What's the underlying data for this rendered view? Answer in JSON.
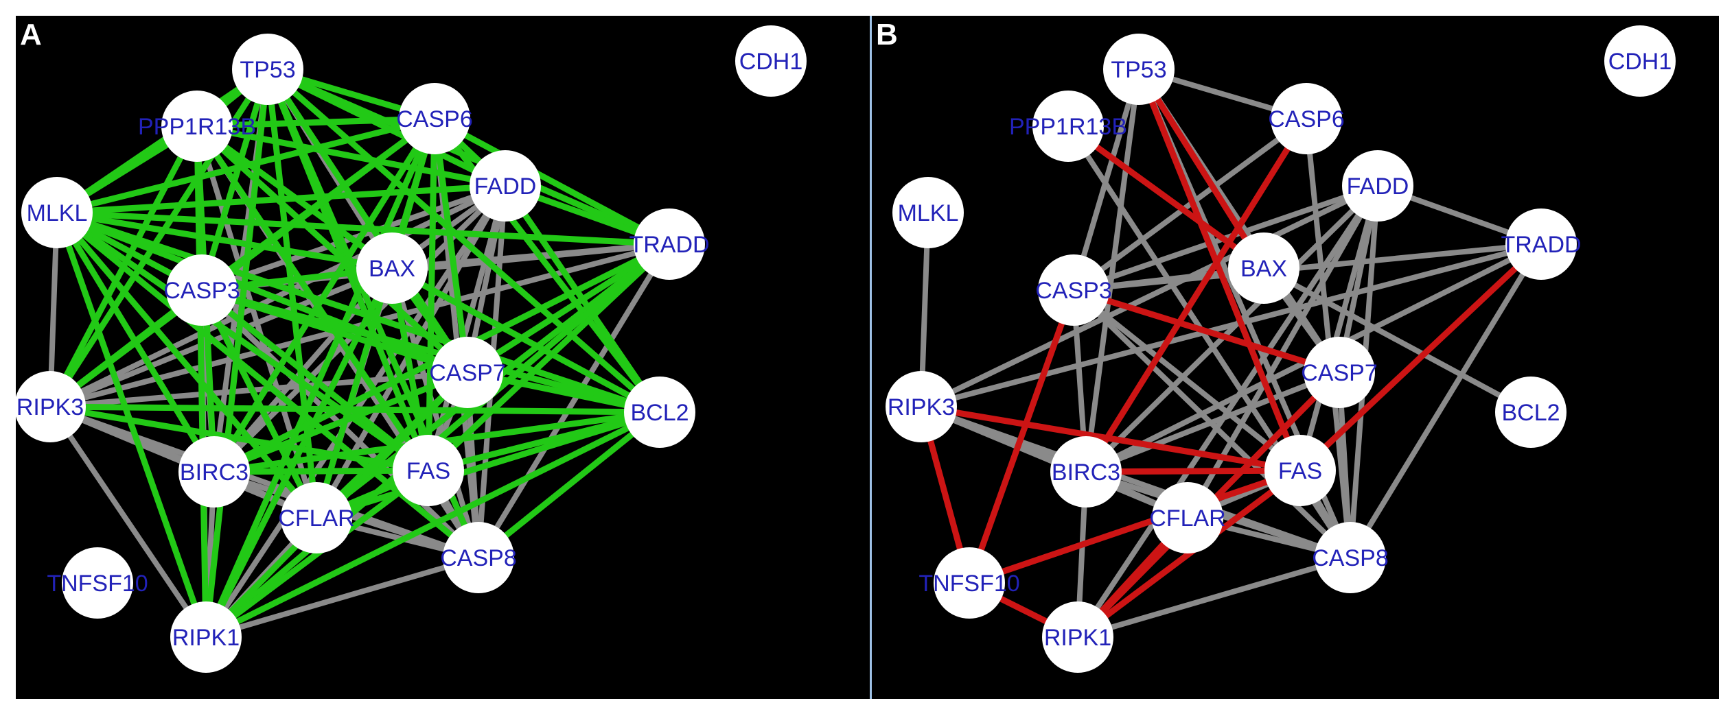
{
  "panels": [
    {
      "letter": "A",
      "highlight_color": "#22c916",
      "gene_color": "#2222b8",
      "nodes": [
        "TP53",
        "CDH1",
        "PPP1R13B",
        "CASP6",
        "FADD",
        "MLKL",
        "TRADD",
        "BAX",
        "CASP3",
        "CASP7",
        "RIPK3",
        "BCL2",
        "BIRC3",
        "FAS",
        "CFLAR",
        "CASP8",
        "TNFSF10",
        "RIPK1"
      ],
      "edges": [
        [
          "TP53",
          "PPP1R13B",
          "hl"
        ],
        [
          "TP53",
          "MLKL",
          "hl"
        ],
        [
          "TP53",
          "CASP6",
          "hl"
        ],
        [
          "TP53",
          "FADD",
          "hl"
        ],
        [
          "TP53",
          "TRADD",
          "hl"
        ],
        [
          "TP53",
          "BAX",
          "n"
        ],
        [
          "TP53",
          "CASP3",
          "hl"
        ],
        [
          "TP53",
          "CASP7",
          "hl"
        ],
        [
          "TP53",
          "RIPK3",
          "hl"
        ],
        [
          "TP53",
          "BCL2",
          "hl"
        ],
        [
          "TP53",
          "BIRC3",
          "n"
        ],
        [
          "TP53",
          "FAS",
          "hl"
        ],
        [
          "TP53",
          "CFLAR",
          "hl"
        ],
        [
          "TP53",
          "CASP8",
          "hl"
        ],
        [
          "TP53",
          "RIPK1",
          "hl"
        ],
        [
          "PPP1R13B",
          "MLKL",
          "hl"
        ],
        [
          "PPP1R13B",
          "CASP6",
          "hl"
        ],
        [
          "PPP1R13B",
          "FADD",
          "hl"
        ],
        [
          "PPP1R13B",
          "BAX",
          "hl"
        ],
        [
          "PPP1R13B",
          "CASP3",
          "hl"
        ],
        [
          "PPP1R13B",
          "CASP7",
          "hl"
        ],
        [
          "PPP1R13B",
          "RIPK3",
          "hl"
        ],
        [
          "PPP1R13B",
          "BIRC3",
          "hl"
        ],
        [
          "PPP1R13B",
          "FAS",
          "hl"
        ],
        [
          "PPP1R13B",
          "CFLAR",
          "n"
        ],
        [
          "PPP1R13B",
          "CASP8",
          "n"
        ],
        [
          "PPP1R13B",
          "RIPK1",
          "hl"
        ],
        [
          "MLKL",
          "CASP6",
          "hl"
        ],
        [
          "MLKL",
          "FADD",
          "hl"
        ],
        [
          "MLKL",
          "TRADD",
          "hl"
        ],
        [
          "MLKL",
          "BAX",
          "hl"
        ],
        [
          "MLKL",
          "CASP3",
          "hl"
        ],
        [
          "MLKL",
          "CASP7",
          "hl"
        ],
        [
          "MLKL",
          "RIPK3",
          "n"
        ],
        [
          "MLKL",
          "BCL2",
          "hl"
        ],
        [
          "MLKL",
          "BIRC3",
          "hl"
        ],
        [
          "MLKL",
          "FAS",
          "hl"
        ],
        [
          "MLKL",
          "CFLAR",
          "hl"
        ],
        [
          "MLKL",
          "CASP8",
          "hl"
        ],
        [
          "MLKL",
          "RIPK1",
          "hl"
        ],
        [
          "CASP6",
          "FADD",
          "hl"
        ],
        [
          "CASP6",
          "TRADD",
          "hl"
        ],
        [
          "CASP6",
          "BAX",
          "hl"
        ],
        [
          "CASP6",
          "CASP3",
          "hl"
        ],
        [
          "CASP6",
          "CASP7",
          "hl"
        ],
        [
          "CASP6",
          "RIPK3",
          "hl"
        ],
        [
          "CASP6",
          "BCL2",
          "hl"
        ],
        [
          "CASP6",
          "BIRC3",
          "hl"
        ],
        [
          "CASP6",
          "FAS",
          "hl"
        ],
        [
          "CASP6",
          "CFLAR",
          "hl"
        ],
        [
          "CASP6",
          "CASP8",
          "n"
        ],
        [
          "CASP6",
          "RIPK1",
          "hl"
        ],
        [
          "FADD",
          "TRADD",
          "hl"
        ],
        [
          "FADD",
          "BAX",
          "n"
        ],
        [
          "FADD",
          "CASP3",
          "n"
        ],
        [
          "FADD",
          "CASP7",
          "n"
        ],
        [
          "FADD",
          "RIPK3",
          "n"
        ],
        [
          "FADD",
          "BCL2",
          "hl"
        ],
        [
          "FADD",
          "BIRC3",
          "n"
        ],
        [
          "FADD",
          "FAS",
          "n"
        ],
        [
          "FADD",
          "CFLAR",
          "n"
        ],
        [
          "FADD",
          "CASP8",
          "n"
        ],
        [
          "FADD",
          "RIPK1",
          "n"
        ],
        [
          "TRADD",
          "BAX",
          "n"
        ],
        [
          "TRADD",
          "CASP3",
          "n"
        ],
        [
          "TRADD",
          "CASP7",
          "hl"
        ],
        [
          "TRADD",
          "RIPK3",
          "n"
        ],
        [
          "TRADD",
          "BIRC3",
          "hl"
        ],
        [
          "TRADD",
          "FAS",
          "hl"
        ],
        [
          "TRADD",
          "CFLAR",
          "hl"
        ],
        [
          "TRADD",
          "CASP8",
          "n"
        ],
        [
          "TRADD",
          "RIPK1",
          "hl"
        ],
        [
          "BAX",
          "CASP3",
          "hl"
        ],
        [
          "BAX",
          "CASP7",
          "hl"
        ],
        [
          "BAX",
          "RIPK3",
          "n"
        ],
        [
          "BAX",
          "BCL2",
          "hl"
        ],
        [
          "BAX",
          "BIRC3",
          "n"
        ],
        [
          "BAX",
          "FAS",
          "hl"
        ],
        [
          "BAX",
          "CFLAR",
          "n"
        ],
        [
          "BAX",
          "CASP8",
          "n"
        ],
        [
          "BAX",
          "RIPK1",
          "hl"
        ],
        [
          "CASP3",
          "CASP7",
          "hl"
        ],
        [
          "CASP3",
          "RIPK3",
          "hl"
        ],
        [
          "CASP3",
          "BCL2",
          "hl"
        ],
        [
          "CASP3",
          "BIRC3",
          "n"
        ],
        [
          "CASP3",
          "FAS",
          "hl"
        ],
        [
          "CASP3",
          "CFLAR",
          "hl"
        ],
        [
          "CASP3",
          "CASP8",
          "n"
        ],
        [
          "CASP3",
          "RIPK1",
          "n"
        ],
        [
          "CASP7",
          "RIPK3",
          "n"
        ],
        [
          "CASP7",
          "BCL2",
          "hl"
        ],
        [
          "CASP7",
          "BIRC3",
          "hl"
        ],
        [
          "CASP7",
          "FAS",
          "n"
        ],
        [
          "CASP7",
          "CFLAR",
          "hl"
        ],
        [
          "CASP7",
          "CASP8",
          "n"
        ],
        [
          "CASP7",
          "RIPK1",
          "hl"
        ],
        [
          "RIPK3",
          "BCL2",
          "hl"
        ],
        [
          "RIPK3",
          "BIRC3",
          "n"
        ],
        [
          "RIPK3",
          "FAS",
          "hl"
        ],
        [
          "RIPK3",
          "CFLAR",
          "n"
        ],
        [
          "RIPK3",
          "CASP8",
          "n"
        ],
        [
          "RIPK3",
          "RIPK1",
          "n"
        ],
        [
          "BCL2",
          "BIRC3",
          "hl"
        ],
        [
          "BCL2",
          "FAS",
          "hl"
        ],
        [
          "BCL2",
          "CFLAR",
          "hl"
        ],
        [
          "BCL2",
          "CASP8",
          "hl"
        ],
        [
          "BCL2",
          "RIPK1",
          "hl"
        ],
        [
          "BIRC3",
          "FAS",
          "hl"
        ],
        [
          "BIRC3",
          "CFLAR",
          "n"
        ],
        [
          "BIRC3",
          "CASP8",
          "n"
        ],
        [
          "BIRC3",
          "RIPK1",
          "n"
        ],
        [
          "FAS",
          "CFLAR",
          "hl"
        ],
        [
          "FAS",
          "CASP8",
          "n"
        ],
        [
          "FAS",
          "RIPK1",
          "hl"
        ],
        [
          "CFLAR",
          "CASP8",
          "n"
        ],
        [
          "CFLAR",
          "RIPK1",
          "n"
        ],
        [
          "CASP8",
          "RIPK1",
          "n"
        ]
      ]
    },
    {
      "letter": "B",
      "highlight_color": "#cc1414",
      "gene_color": "#2222b8",
      "nodes": [
        "TP53",
        "CDH1",
        "PPP1R13B",
        "CASP6",
        "FADD",
        "MLKL",
        "TRADD",
        "BAX",
        "CASP3",
        "CASP7",
        "RIPK3",
        "BCL2",
        "BIRC3",
        "FAS",
        "CFLAR",
        "CASP8",
        "TNFSF10",
        "RIPK1"
      ],
      "edges": [
        [
          "TP53",
          "CASP6",
          "n"
        ],
        [
          "TP53",
          "BAX",
          "hl"
        ],
        [
          "TP53",
          "FAS",
          "hl"
        ],
        [
          "TP53",
          "CASP7",
          "n"
        ],
        [
          "TP53",
          "CASP8",
          "n"
        ],
        [
          "TP53",
          "CASP3",
          "n"
        ],
        [
          "TP53",
          "BIRC3",
          "n"
        ],
        [
          "PPP1R13B",
          "BAX",
          "hl"
        ],
        [
          "PPP1R13B",
          "CASP8",
          "n"
        ],
        [
          "MLKL",
          "RIPK3",
          "n"
        ],
        [
          "CASP6",
          "BIRC3",
          "hl"
        ],
        [
          "CASP6",
          "CASP3",
          "n"
        ],
        [
          "CASP6",
          "CASP8",
          "n"
        ],
        [
          "FADD",
          "TRADD",
          "n"
        ],
        [
          "FADD",
          "CASP3",
          "n"
        ],
        [
          "FADD",
          "CASP7",
          "n"
        ],
        [
          "FADD",
          "RIPK3",
          "n"
        ],
        [
          "FADD",
          "BIRC3",
          "n"
        ],
        [
          "FADD",
          "FAS",
          "n"
        ],
        [
          "FADD",
          "CFLAR",
          "n"
        ],
        [
          "FADD",
          "CASP8",
          "n"
        ],
        [
          "FADD",
          "RIPK1",
          "n"
        ],
        [
          "TRADD",
          "FAS",
          "hl"
        ],
        [
          "TRADD",
          "CASP3",
          "n"
        ],
        [
          "TRADD",
          "RIPK3",
          "n"
        ],
        [
          "TRADD",
          "BIRC3",
          "n"
        ],
        [
          "TRADD",
          "CASP8",
          "n"
        ],
        [
          "BAX",
          "CASP3",
          "n"
        ],
        [
          "BAX",
          "BCL2",
          "n"
        ],
        [
          "BAX",
          "CASP7",
          "n"
        ],
        [
          "CASP3",
          "CASP7",
          "hl"
        ],
        [
          "CASP3",
          "TNFSF10",
          "hl"
        ],
        [
          "CASP3",
          "BIRC3",
          "n"
        ],
        [
          "CASP3",
          "FAS",
          "n"
        ],
        [
          "CASP3",
          "CASP8",
          "n"
        ],
        [
          "CASP7",
          "RIPK1",
          "hl"
        ],
        [
          "CASP7",
          "BIRC3",
          "n"
        ],
        [
          "CASP7",
          "CASP8",
          "n"
        ],
        [
          "RIPK3",
          "TNFSF10",
          "hl"
        ],
        [
          "RIPK3",
          "FAS",
          "hl"
        ],
        [
          "RIPK3",
          "BIRC3",
          "n"
        ],
        [
          "RIPK3",
          "CFLAR",
          "n"
        ],
        [
          "RIPK3",
          "CASP8",
          "n"
        ],
        [
          "BIRC3",
          "FAS",
          "hl"
        ],
        [
          "BIRC3",
          "CFLAR",
          "n"
        ],
        [
          "BIRC3",
          "CASP8",
          "n"
        ],
        [
          "BIRC3",
          "RIPK1",
          "n"
        ],
        [
          "FAS",
          "TNFSF10",
          "hl"
        ],
        [
          "FAS",
          "RIPK1",
          "hl"
        ],
        [
          "FAS",
          "CFLAR",
          "n"
        ],
        [
          "FAS",
          "CASP8",
          "n"
        ],
        [
          "CFLAR",
          "RIPK1",
          "hl"
        ],
        [
          "CFLAR",
          "CASP8",
          "n"
        ],
        [
          "TNFSF10",
          "RIPK1",
          "hl"
        ],
        [
          "CASP8",
          "RIPK1",
          "n"
        ]
      ]
    }
  ]
}
